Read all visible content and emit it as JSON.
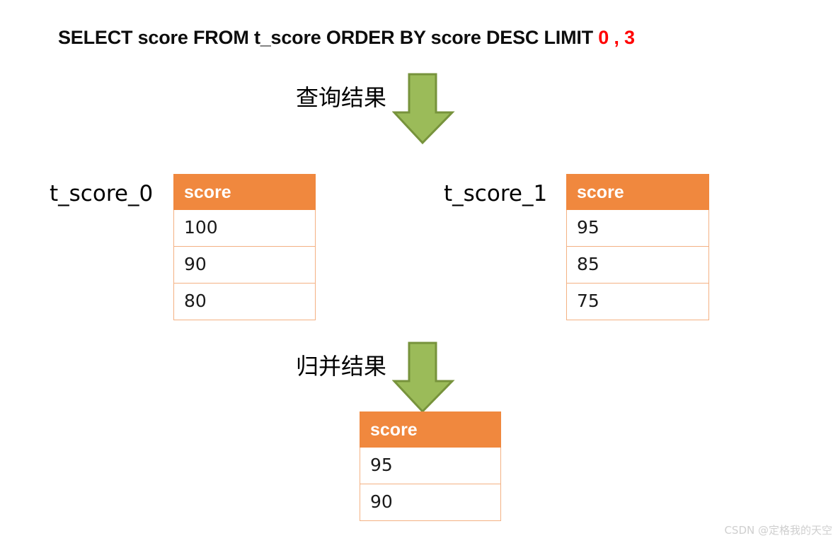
{
  "title": {
    "prefix": "SELECT score FROM t_score ORDER BY score DESC LIMIT ",
    "limit_args": "0 , 3",
    "full": "SELECT score FROM t_score ORDER BY score DESC LIMIT 0 , 3",
    "accent_color": "#ff0000"
  },
  "colors": {
    "header_orange": "#F0883E",
    "border_orange": "#F4B183",
    "arrow_green_fill": "#9BBB59",
    "arrow_green_stroke": "#77933C",
    "text_black": "#000000",
    "watermark_gray": "#cfcfcf"
  },
  "arrows": {
    "query": {
      "label": "查询结果",
      "icon": "arrow-down-icon"
    },
    "merge": {
      "label": "归并结果",
      "icon": "arrow-down-icon"
    }
  },
  "tables": {
    "shard_0": {
      "name": "t_score_0",
      "column": "score",
      "rows": [
        "100",
        "90",
        "80"
      ]
    },
    "shard_1": {
      "name": "t_score_1",
      "column": "score",
      "rows": [
        "95",
        "85",
        "75"
      ]
    },
    "merged": {
      "name": "",
      "column": "score",
      "rows": [
        "95",
        "90"
      ]
    }
  },
  "watermark": "CSDN @定格我的天空"
}
